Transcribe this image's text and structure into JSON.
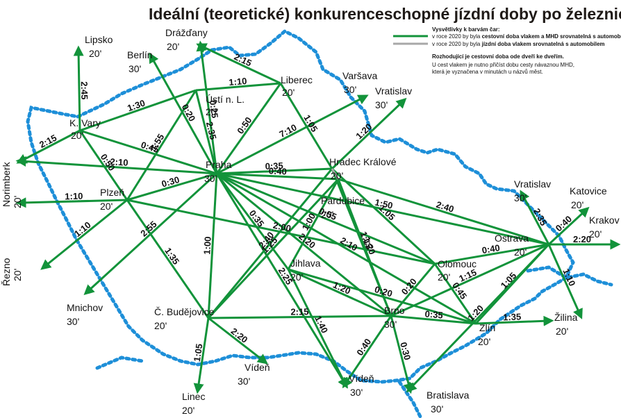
{
  "title": "Ideální (teoretické) konkurenceschopné jízdní doby po železnici",
  "legend": {
    "heading": "Vysvětlivky k barvám čar:",
    "green": {
      "prefix": "v roce 2020 by byla ",
      "bold": "cestovní doba vlakem a MHD srovnatelná s automobilem",
      "color": "#12933a"
    },
    "gray": {
      "prefix": "v roce 2020 by byla ",
      "bold": "jízdní doba vlakem srovnatelná s automobilem",
      "color": "#a8a8a8"
    },
    "rule": "Rozhodující je cestovní doba ode dveří ke dveřím.",
    "note1": "U cest vlakem je nutno přičíst dobu cesty návaznou MHD,",
    "note2": "která je vyznačena v minutách u názvů měst."
  },
  "colors": {
    "line": "#12933a",
    "gray_line": "#a8a8a8",
    "border": "#1e8fd8"
  },
  "cities": {
    "lipsko": {
      "name": "Lipsko",
      "mhd": "20'"
    },
    "drazdany": {
      "name": "Drážďany",
      "mhd": "20'"
    },
    "berlin": {
      "name": "Berlín",
      "mhd": "30'"
    },
    "usti": {
      "name": "Ústí n. L.",
      "mhd": "20'"
    },
    "liberec": {
      "name": "Liberec",
      "mhd": "20'"
    },
    "varsava": {
      "name": "Varšava",
      "mhd": "30'"
    },
    "vratislav_pl": {
      "name": "Vratislav",
      "mhd": "30'"
    },
    "kvary": {
      "name": "K. Vary",
      "mhd": "20'"
    },
    "norimberk": {
      "name": "Norimberk",
      "mhd": "20'"
    },
    "praha": {
      "name": "Praha",
      "mhd": "30'"
    },
    "hradec": {
      "name": "Hradec Králové",
      "mhd": "20'"
    },
    "plzen": {
      "name": "Plzeň",
      "mhd": "20'"
    },
    "pardubice": {
      "name": "Pardubice",
      "mhd": "20'"
    },
    "rezno": {
      "name": "Řezno",
      "mhd": "20'"
    },
    "mnichov": {
      "name": "Mnichov",
      "mhd": "30'"
    },
    "jihlava": {
      "name": "Jihlava",
      "mhd": "20'"
    },
    "cbudejovice": {
      "name": "Č. Budějovice",
      "mhd": "20'"
    },
    "olomouc": {
      "name": "Olomouc",
      "mhd": "20'"
    },
    "brno": {
      "name": "Brno",
      "mhd": "30'"
    },
    "zlin": {
      "name": "Zlín",
      "mhd": "20'"
    },
    "ostrava": {
      "name": "Ostrava",
      "mhd": "20'"
    },
    "vratislav_e": {
      "name": "Vratislav",
      "mhd": "30'"
    },
    "katovice": {
      "name": "Katovice",
      "mhd": "20'"
    },
    "krakov": {
      "name": "Krakov",
      "mhd": "20'"
    },
    "zilina": {
      "name": "Žilina",
      "mhd": "20'"
    },
    "viden_w": {
      "name": "Vídeň",
      "mhd": "30'"
    },
    "viden": {
      "name": "Vídeň",
      "mhd": "30'"
    },
    "linec": {
      "name": "Linec",
      "mhd": "20'"
    },
    "bratislava": {
      "name": "Bratislava",
      "mhd": "30'"
    }
  },
  "times": [
    "2:45",
    "1:30",
    "1:10",
    "2:15",
    "2:15",
    "0:45",
    "0:20",
    "2:35",
    "0:25",
    "0:50",
    "7:10",
    "1:55",
    "0:50",
    "2:10",
    "0:30",
    "1:10",
    "1:10",
    "2:55",
    "1:35",
    "2:00",
    "0:35",
    "0:40",
    "1:05",
    "1:20",
    "1:05",
    "0:55",
    "1:50",
    "1:15",
    "1:20",
    "2:40",
    "0:35",
    "1:00",
    "1:25",
    "2:40",
    "1:00",
    "1:20",
    "2:20",
    "0:20",
    "2:10",
    "0:20",
    "0:40",
    "2:25",
    "1:40",
    "2:15",
    "0:35",
    "1:05",
    "1:35",
    "0:45",
    "1:15",
    "1:20",
    "0:30",
    "0:40",
    "1:05",
    "2:20",
    "2:35",
    "0:40",
    "2:20",
    "1:10"
  ]
}
